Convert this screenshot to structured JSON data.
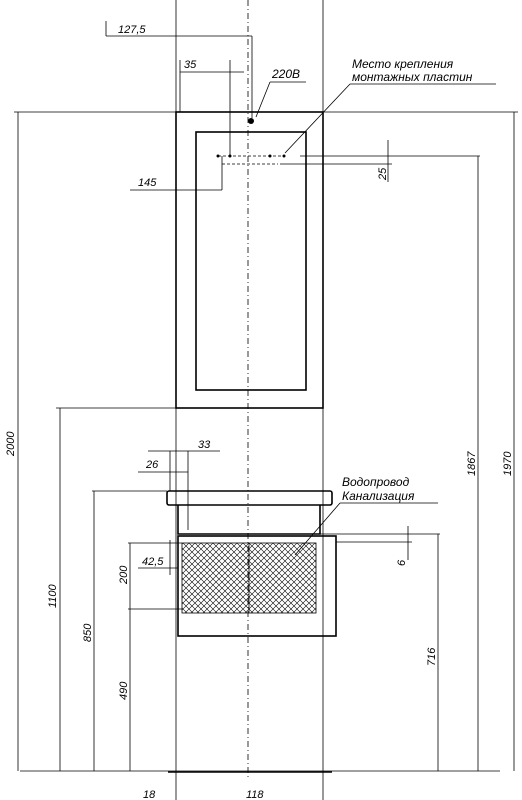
{
  "dimensions": {
    "d127_5": "127,5",
    "d35": "35",
    "d220v": "220В",
    "d25": "25",
    "d145": "145",
    "d2000": "2000",
    "d1970": "1970",
    "d1867": "1867",
    "d1100": "1100",
    "d850": "850",
    "d490": "490",
    "d716": "716",
    "d200": "200",
    "d42_5": "42,5",
    "d33": "33",
    "d26": "26",
    "d6": "6",
    "d18": "18",
    "d118": "118"
  },
  "labels": {
    "mount_line1": "Место крепления",
    "mount_line2": "монтажных пластин",
    "water_supply": "Водопровод",
    "sewer": "Канализация"
  }
}
